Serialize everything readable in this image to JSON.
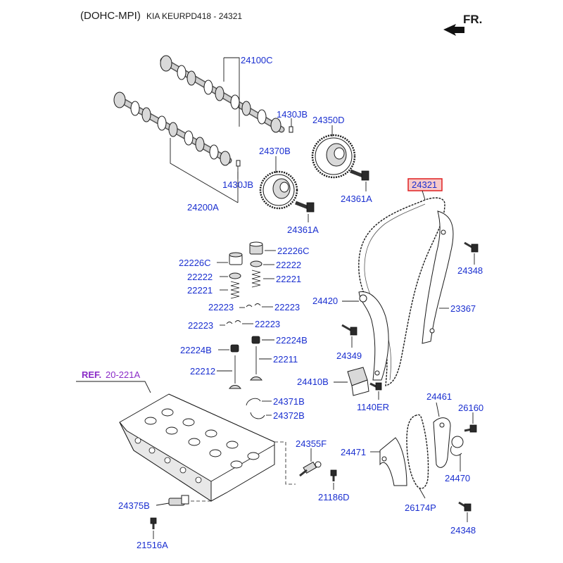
{
  "header": {
    "engine": "(DOHC-MPI)",
    "catalog": "KIA KEURPD418 - 24321",
    "direction": "FR."
  },
  "reference": {
    "prefix": "REF.",
    "code": "20-221A"
  },
  "highlighted_part": "24321",
  "labels": {
    "p24100C": "24100C",
    "p1430JB_a": "1430JB",
    "p24350D": "24350D",
    "p24370B": "24370B",
    "p1430JB_b": "1430JB",
    "p24200A": "24200A",
    "p24361A_a": "24361A",
    "p24361A_b": "24361A",
    "p24321": "24321",
    "p24348_a": "24348",
    "p22226C_r": "22226C",
    "p22226C_l": "22226C",
    "p22222_r": "22222",
    "p22222_l": "22222",
    "p22221_r": "22221",
    "p22221_l": "22221",
    "p22223_a": "22223",
    "p22223_b": "22223",
    "p22223_c": "22223",
    "p22223_d": "22223",
    "p22224B_l": "22224B",
    "p22224B_r": "22224B",
    "p22212": "22212",
    "p22211": "22211",
    "p24420": "24420",
    "p23367": "23367",
    "p24349": "24349",
    "p24410B": "24410B",
    "p1140ER": "1140ER",
    "p24371B": "24371B",
    "p24372B": "24372B",
    "p24461": "24461",
    "p26160": "26160",
    "p24355F": "24355F",
    "p24471": "24471",
    "p24470": "24470",
    "p21186D": "21186D",
    "p24375B": "24375B",
    "p26174P": "26174P",
    "p24348_b": "24348",
    "p21516A": "21516A"
  },
  "colors": {
    "label": "#1a2fd0",
    "reference": "#8a2bc7",
    "highlight": "#e02020",
    "highlight_fill": "#f6c9c9",
    "line": "#1a1a1a"
  },
  "icons": {
    "direction": "arrow-icon"
  }
}
